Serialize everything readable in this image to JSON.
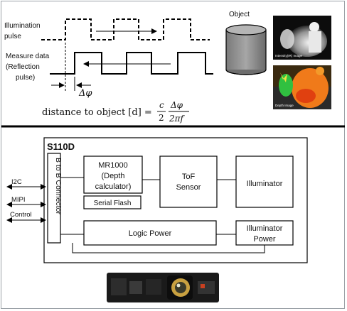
{
  "top": {
    "illumination_label": [
      "Illumination",
      "pulse"
    ],
    "measure_label": [
      "Measure data",
      "(Reflection",
      "pulse)"
    ],
    "phase_label": "Δφ",
    "object_label": "Object",
    "ir_image_caption": "Intensity(IR) Image",
    "depth_image_caption": "Depth Image",
    "formula": {
      "lhs": "distance to object [d] =",
      "c_num": "c",
      "c_den": "2",
      "phi_num": "Δφ",
      "phi_den": "2πf"
    }
  },
  "block": {
    "title": "S110D",
    "b2b_connector": "B to B Connector",
    "mr1000": [
      "MR1000",
      "(Depth",
      "calculator)"
    ],
    "serial_flash": "Serial Flash",
    "tof_sensor": [
      "ToF",
      "Sensor"
    ],
    "illuminator": "Illuminator",
    "logic_power": "Logic Power",
    "illuminator_power": [
      "Illuminator",
      "Power"
    ],
    "signals": [
      "I2C",
      "MIPI",
      "Control"
    ]
  },
  "colors": {
    "border": "#000000",
    "divider": "#000000",
    "cylinder_fill": "#8c8c8c",
    "depth_warm": "#f07a1a",
    "depth_green": "#30c040",
    "pcb": "#1a1a1a",
    "lens_gold": "#c8a040"
  }
}
